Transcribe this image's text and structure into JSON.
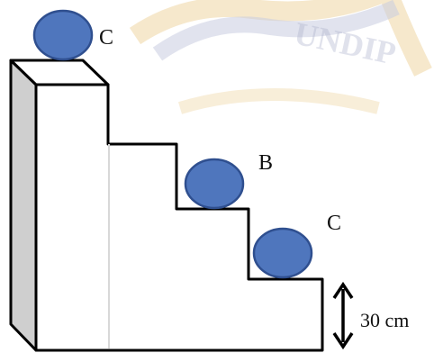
{
  "labels": {
    "top_ball": "C",
    "middle_ball": "B",
    "lower_ball": "C",
    "step_height": "30 cm"
  },
  "watermark": {
    "text": "UNDIP"
  },
  "colors": {
    "ball_fill": "#4f76bd",
    "ball_stroke": "#2f4f8f",
    "side_face": "#cfcfcf",
    "outline": "#000000",
    "watermark_gold": "#f4e2bf",
    "watermark_blue": "#c9cce0"
  }
}
